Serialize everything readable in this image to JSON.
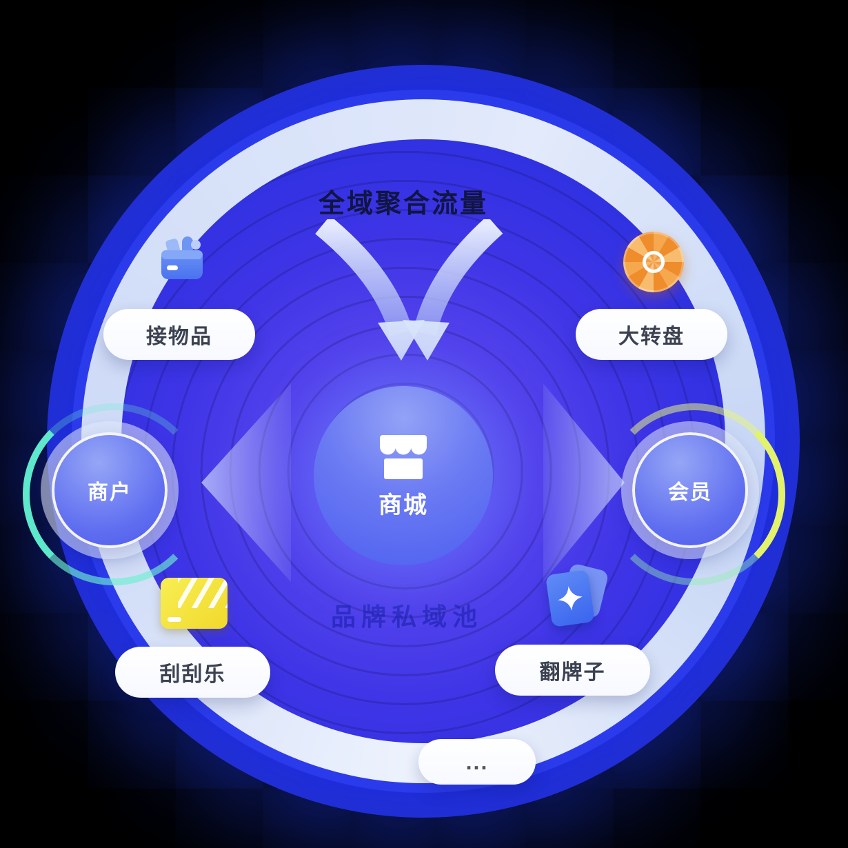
{
  "title": "全域聚合流量",
  "watermark": "品牌私域池",
  "center_node": {
    "label": "商城",
    "icon": "storefront-icon"
  },
  "left_node": {
    "label": "商户"
  },
  "right_node": {
    "label": "会员"
  },
  "tags": {
    "top_left": {
      "label": "接物品",
      "icon": "gift-box-icon"
    },
    "top_right": {
      "label": "大转盘",
      "icon": "prize-wheel-icon"
    },
    "bottom_left": {
      "label": "刮刮乐",
      "icon": "scratch-card-icon"
    },
    "bottom_right": {
      "label": "翻牌子",
      "icon": "flip-card-icon"
    },
    "bottom_center": {
      "label": "..."
    }
  },
  "colors": {
    "background": "#000000",
    "ring_blue": "#2e31e0",
    "light_ring": "#d9e3f7",
    "node_blue": "#5f6ef0",
    "wheel_orange": "#ef8c2b",
    "scratch_yellow": "#f1d92c",
    "card_blue": "#4a78f2",
    "arc_teal": "#5ee8cc",
    "arc_lime": "#e3f26b"
  }
}
